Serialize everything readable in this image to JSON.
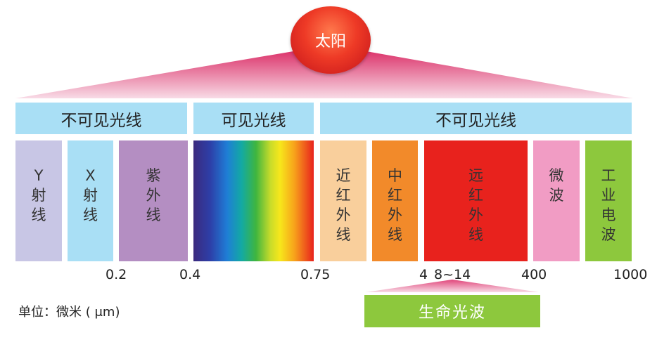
{
  "sun": {
    "label": "太阳"
  },
  "headers": [
    {
      "label": "不可见光线"
    },
    {
      "label": "可见光线"
    },
    {
      "label": "不可见光线"
    }
  ],
  "bands": [
    {
      "label": "Y\n射\n线",
      "color": "#c8c6e5"
    },
    {
      "label": "X\n射\n线",
      "color": "#a9dff5"
    },
    {
      "label": "紫\n外\n线",
      "color": "#b48ec2"
    },
    {
      "label": "",
      "color": "spectrum"
    },
    {
      "label": "近\n红\n外\n线",
      "color": "#f9cf9c"
    },
    {
      "label": "中\n红\n外\n线",
      "color": "#f28a2a"
    },
    {
      "label": "远\n红\n外\n线",
      "color": "#e8221d"
    },
    {
      "label": "微\n波",
      "color": "#f19cc4"
    },
    {
      "label": "工\n业\n电\n波",
      "color": "#8dc83d"
    }
  ],
  "ticks": [
    "0.2",
    "0.4",
    "0.75",
    "4",
    "8~14",
    "400",
    "1000"
  ],
  "unit_label": "单位：微米 ( μm)",
  "life_wave": {
    "label": "生命光波",
    "color": "#8dc83d"
  },
  "colors": {
    "sun": "#e8221d",
    "header_bg": "#a9dff5",
    "fan": "#e0457a"
  }
}
